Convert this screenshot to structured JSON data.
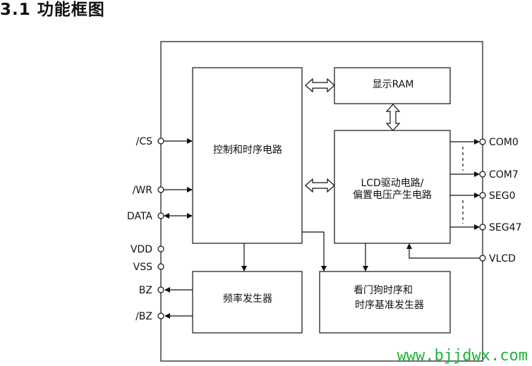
{
  "heading": "3.1 功能框图",
  "blocks": {
    "control": "控制和时序电路",
    "ram": "显示RAM",
    "lcd_line1": "LCD驱动电路/",
    "lcd_line2": "偏置电压产生电路",
    "freq": "频率发生器",
    "wdt_line1": "看门狗时序和",
    "wdt_line2": "时序基准发生器"
  },
  "pins": {
    "cs": "/CS",
    "wr": "/WR",
    "data": "DATA",
    "vdd": "VDD",
    "vss": "VSS",
    "bz": "BZ",
    "bz_n": "/BZ",
    "com0": "COM0",
    "com7": "COM7",
    "seg0": "SEG0",
    "seg47": "SEG47",
    "vlcd": "VLCD"
  },
  "watermark": "www.bjjdwx.com"
}
